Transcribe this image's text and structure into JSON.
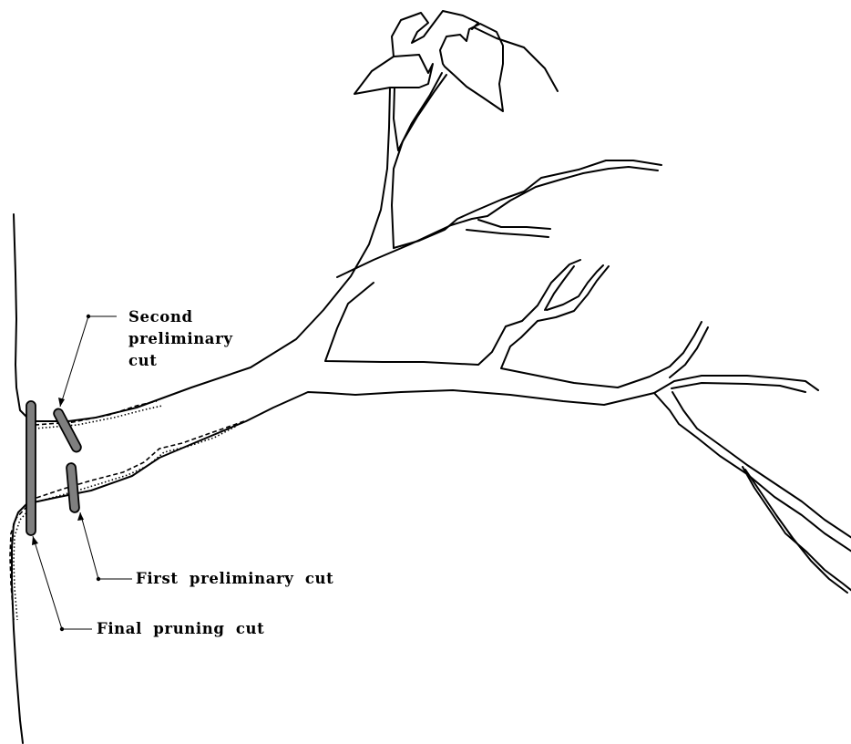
{
  "labels": {
    "second_line1": "Second",
    "second_line2": "preliminary",
    "second_line3": "cut",
    "first": "First preliminary cut",
    "final": "Final pruning cut"
  },
  "colors": {
    "cut_fill": "#7f7f7f",
    "line": "#000000",
    "background": "#ffffff"
  }
}
